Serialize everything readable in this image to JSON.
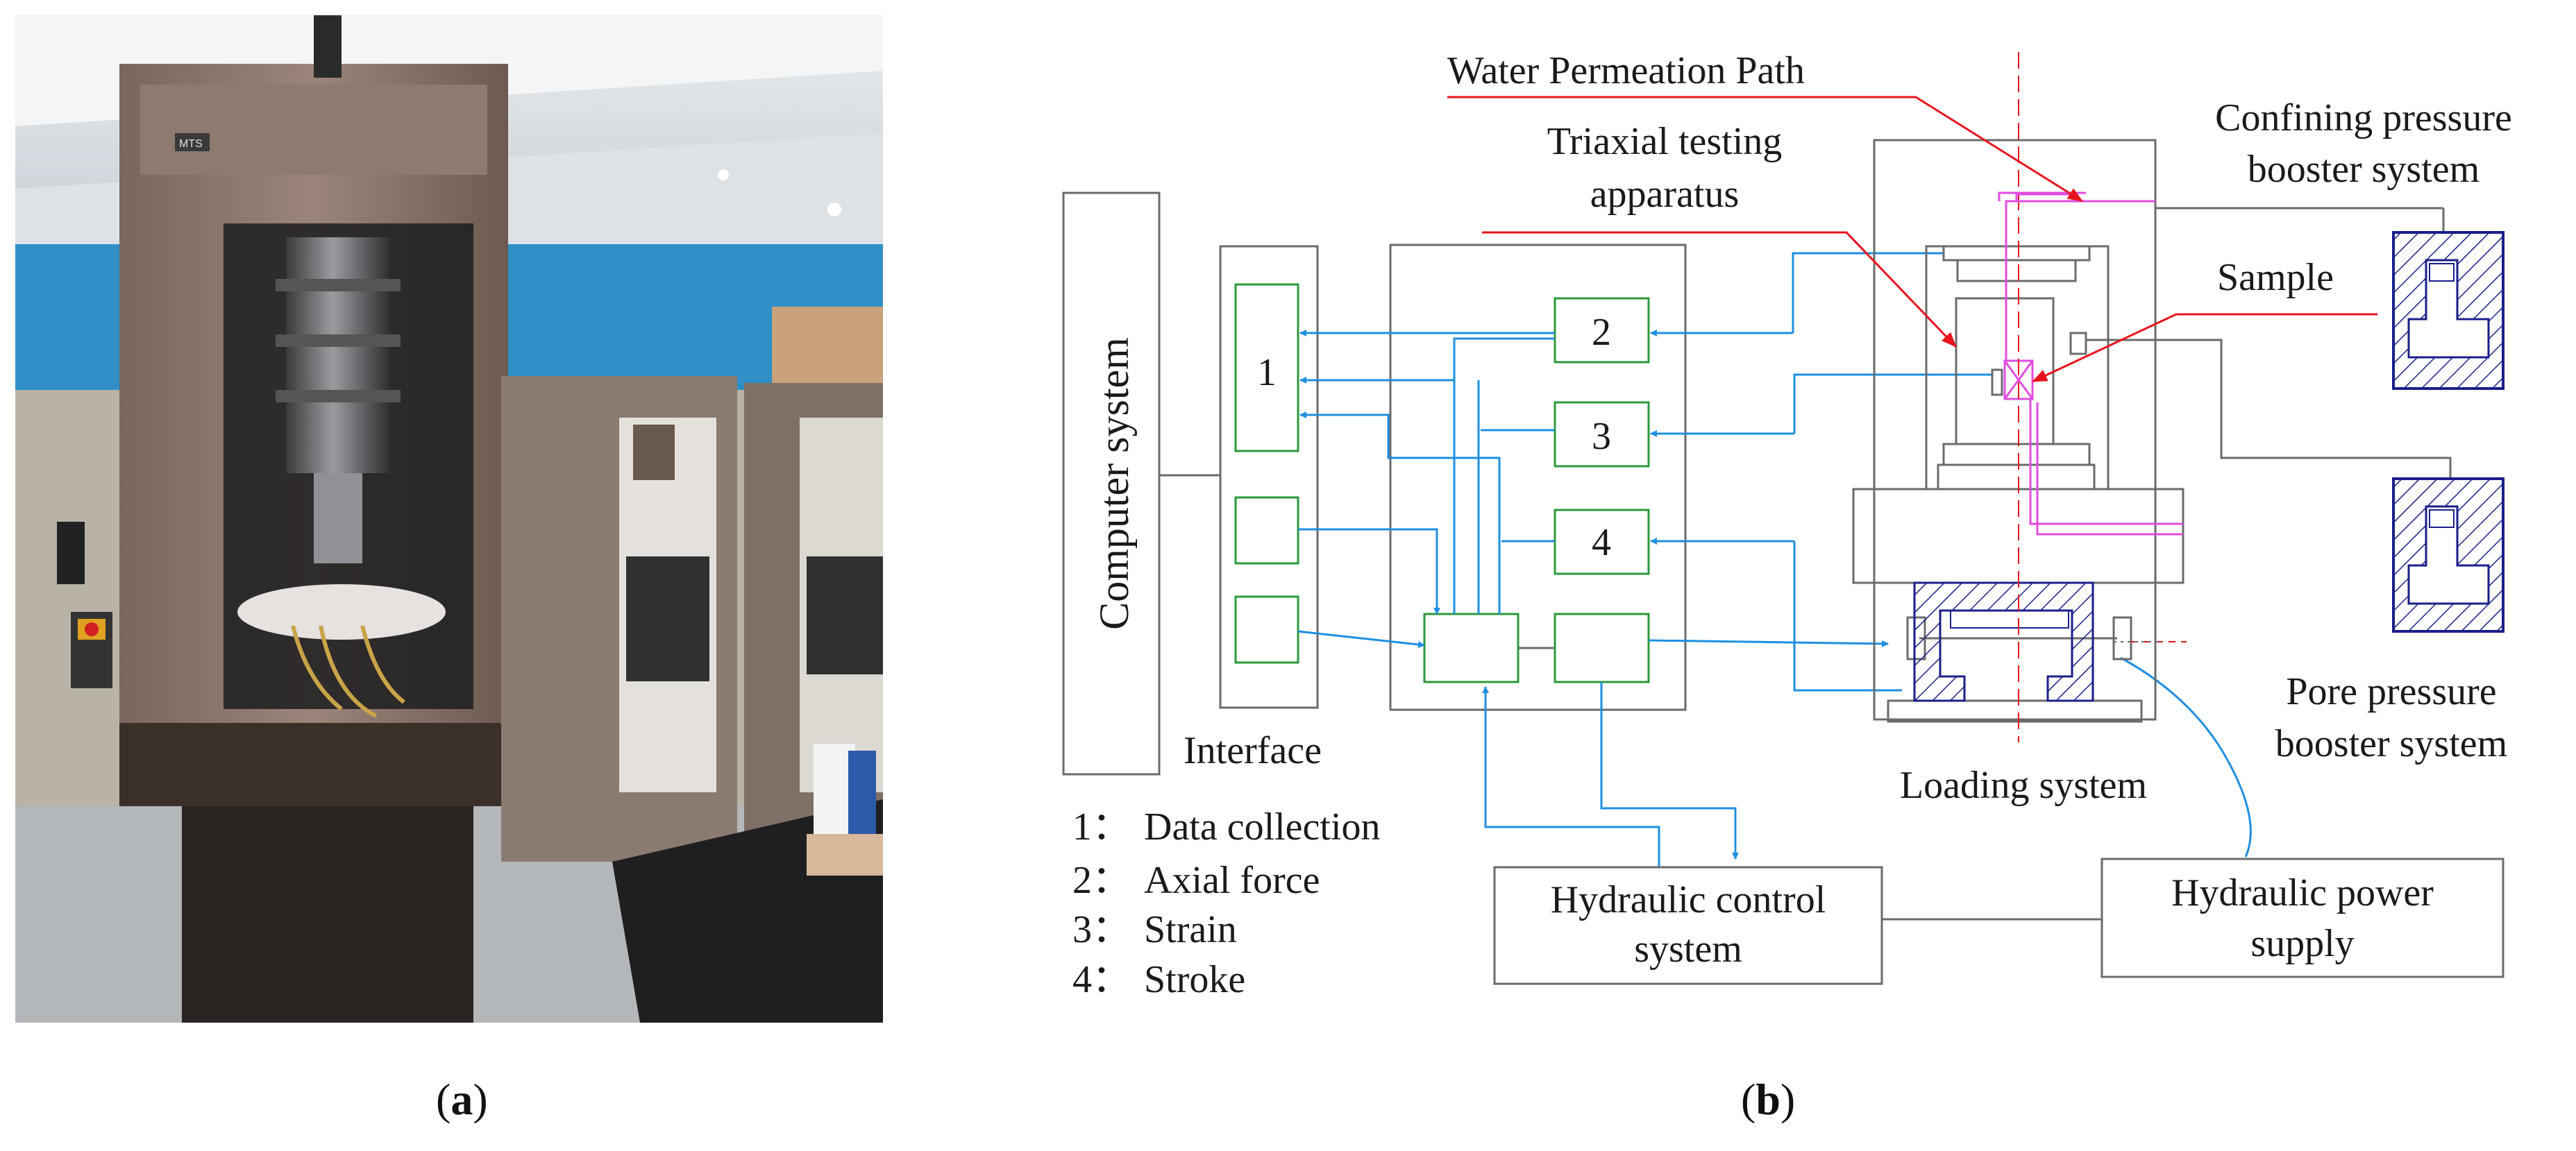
{
  "panels": {
    "a": {
      "open": "(",
      "letter": "a",
      "close": ")"
    },
    "b": {
      "open": "(",
      "letter": "b",
      "close": ")"
    }
  },
  "photo": {
    "description_icon": "photo-triaxial-machine",
    "badge_text": "MTS"
  },
  "diagram": {
    "computer_system": "Computer system",
    "interface": "Interface",
    "modules": {
      "m1": "1",
      "m2": "2",
      "m3": "3",
      "m4": "4"
    },
    "legend": [
      {
        "num": "1：",
        "label": "Data collection"
      },
      {
        "num": "2：",
        "label": "Axial force"
      },
      {
        "num": "3：",
        "label": "Strain"
      },
      {
        "num": "4：",
        "label": "Stroke"
      }
    ],
    "hydraulic_control": [
      "Hydraulic control",
      "system"
    ],
    "hydraulic_power": [
      "Hydraulic power",
      "supply"
    ],
    "loading_system": "Loading system",
    "water_path": "Water Permeation Path",
    "triaxial": [
      "Triaxial testing",
      "apparatus"
    ],
    "confining": [
      "Confining pressure",
      "booster system"
    ],
    "sample": "Sample",
    "pore": [
      "Pore pressure",
      "booster system"
    ]
  },
  "colors": {
    "signal_blue": "#1e8fe0",
    "module_green": "#2a9a3a",
    "callout_red": "#e8141e",
    "permeation_magenta": "#e04de0",
    "hatch_navy": "#1a1f8a",
    "frame_gray": "#6b6b6b"
  }
}
